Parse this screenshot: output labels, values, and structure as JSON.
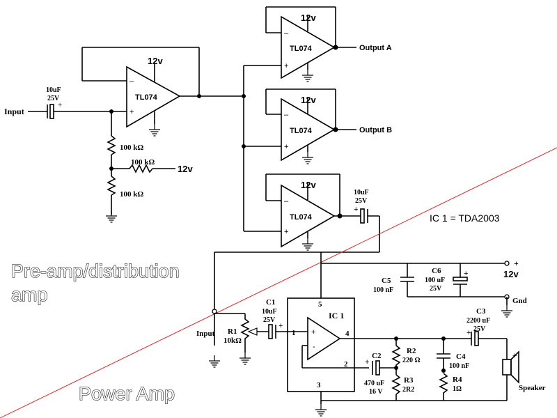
{
  "preamp": {
    "title": "Pre-amp/distribution",
    "title_line2": "amp",
    "input_label": "Input",
    "input_cap_value": "10uF",
    "input_cap_voltage": "25V",
    "buffer_opamp": "TL074",
    "supply": "12v",
    "r_bias_top": "100 kΩ",
    "r_bias_mid": "100 kΩ",
    "r_bias_mid_supply": "12v",
    "r_bias_bottom": "100 kΩ",
    "opamp_a": "TL074",
    "supply_a": "12v",
    "output_a": "Output A",
    "opamp_b": "TL074",
    "supply_b": "12v",
    "output_b": "Output B",
    "opamp_c": "TL074",
    "supply_c": "12v",
    "out_cap_value": "10uF",
    "out_cap_voltage": "25V"
  },
  "poweramp": {
    "title": "Power Amp",
    "ic_note": "IC 1 = TDA2003",
    "input_label": "Input",
    "r1_name": "R1",
    "r1_value": "10kΩ",
    "c1_name": "C1",
    "c1_value": "10uF",
    "c1_voltage": "25V",
    "ic_name": "IC 1",
    "pin1": "1",
    "pin2": "2",
    "pin3": "3",
    "pin4": "4",
    "pin5": "5",
    "c5_name": "C5",
    "c5_value": "100 nF",
    "c6_name": "C6",
    "c6_value": "100 uF",
    "c6_voltage": "25V",
    "supply": "12v",
    "gnd": "Gnd",
    "c2_name": "C2",
    "c2_value": "470 uF",
    "c2_voltage": "16 V",
    "r2_name": "R2",
    "r2_value": "220 Ω",
    "r3_name": "R3",
    "r3_value": "2R2",
    "c4_name": "C4",
    "c4_value": "100 nF",
    "r4_name": "R4",
    "r4_value": "1Ω",
    "c3_name": "C3",
    "c3_value": "2200 uF",
    "c3_voltage": "25V",
    "speaker": "Speaker"
  },
  "colors": {
    "divider": "#e8232a",
    "wire": "#000000"
  }
}
